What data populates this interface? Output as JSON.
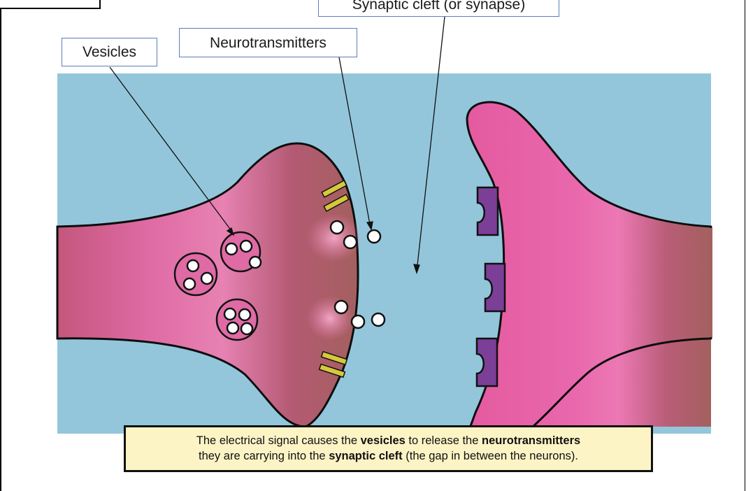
{
  "labels": {
    "synaptic_cleft": "Synaptic cleft (or synapse)",
    "vesicles": "Vesicles",
    "neurotransmitters": "Neurotransmitters"
  },
  "caption": {
    "line1_pre": "The electrical signal causes the ",
    "line1_b1": "vesicles",
    "line1_mid": " to release the ",
    "line1_b2": "neurotransmitters",
    "line2_pre": "they are carrying into the ",
    "line2_b": "synaptic cleft",
    "line2_post": " (the gap in between the neurons)."
  },
  "colors": {
    "background": "#93c6db",
    "presynaptic_neuron": "#a3605e",
    "postsynaptic_neuron": "#e2609f",
    "receptor": "#7b3f97",
    "ion_channel": "#d6c83c",
    "caption_fill": "#fdf4c6",
    "label_border": "#5b7fb8"
  }
}
